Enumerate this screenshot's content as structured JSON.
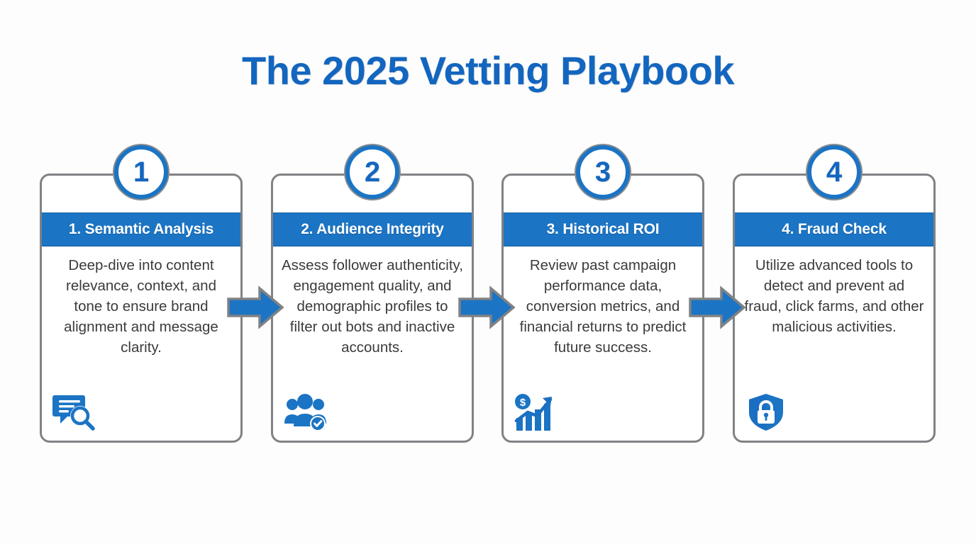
{
  "title": "The 2025 Vetting Playbook",
  "colors": {
    "brand_blue": "#1b74c4",
    "title_blue": "#1366bf",
    "border_gray": "#808285",
    "body_text": "#3b3b3b",
    "background": "#fdfdfd"
  },
  "steps": [
    {
      "number": "1",
      "heading": "1. Semantic Analysis",
      "body": "Deep-dive into content relevance, context, and tone to ensure brand alignment and message clarity.",
      "icon": "chat-search-icon"
    },
    {
      "number": "2",
      "heading": "2. Audience Integrity",
      "body": "Assess follower authenticity, engagement quality, and demographic profiles to filter out bots and inactive accounts.",
      "icon": "verified-users-icon"
    },
    {
      "number": "3",
      "heading": "3. Historical ROI",
      "body": "Review past campaign performance data, conversion metrics, and financial returns to predict future success.",
      "icon": "growth-chart-dollar-icon"
    },
    {
      "number": "4",
      "heading": "4. Fraud Check",
      "body": "Utilize advanced tools to detect and prevent ad fraud, click farms, and other malicious activities.",
      "icon": "shield-lock-icon"
    }
  ],
  "connectors": [
    {
      "name": "arrow-step1-to-step2"
    },
    {
      "name": "arrow-step2-to-step3"
    },
    {
      "name": "arrow-step3-to-step4"
    }
  ]
}
